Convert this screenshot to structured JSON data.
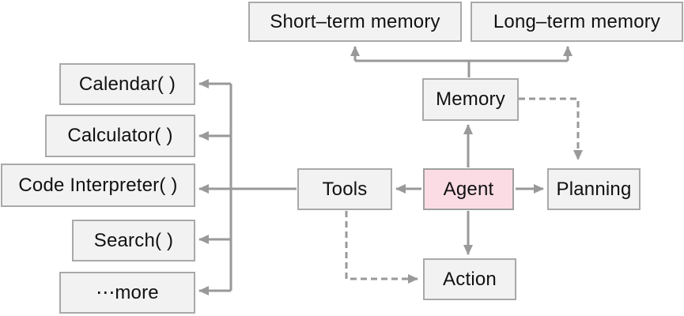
{
  "nodes": {
    "short_term_memory": {
      "label": "Short–term memory"
    },
    "long_term_memory": {
      "label": "Long–term memory"
    },
    "memory": {
      "label": "Memory"
    },
    "planning": {
      "label": "Planning"
    },
    "agent": {
      "label": "Agent"
    },
    "tools": {
      "label": "Tools"
    },
    "action": {
      "label": "Action"
    },
    "calendar": {
      "label": "Calendar( )"
    },
    "calculator": {
      "label": "Calculator( )"
    },
    "code_interpreter": {
      "label": "Code Interpreter( )"
    },
    "search": {
      "label": "Search( )"
    },
    "more": {
      "label": "⋯more"
    }
  },
  "edges": [
    {
      "from": "agent",
      "to": "memory",
      "style": "solid"
    },
    {
      "from": "agent",
      "to": "planning",
      "style": "solid"
    },
    {
      "from": "agent",
      "to": "tools",
      "style": "solid"
    },
    {
      "from": "agent",
      "to": "action",
      "style": "solid"
    },
    {
      "from": "memory",
      "to": "short_term_memory",
      "style": "solid"
    },
    {
      "from": "memory",
      "to": "long_term_memory",
      "style": "solid"
    },
    {
      "from": "tools",
      "to": "calendar",
      "style": "solid"
    },
    {
      "from": "tools",
      "to": "calculator",
      "style": "solid"
    },
    {
      "from": "tools",
      "to": "code_interpreter",
      "style": "solid"
    },
    {
      "from": "tools",
      "to": "search",
      "style": "solid"
    },
    {
      "from": "tools",
      "to": "more",
      "style": "solid"
    },
    {
      "from": "memory",
      "to": "planning",
      "style": "dashed"
    },
    {
      "from": "tools",
      "to": "action",
      "style": "dashed"
    }
  ],
  "colors": {
    "node_fill": "#f2f2f2",
    "node_border": "#a9a9a9",
    "agent_fill": "#fbdce5",
    "line": "#999999",
    "text": "#111111",
    "background": "#ffffff"
  }
}
